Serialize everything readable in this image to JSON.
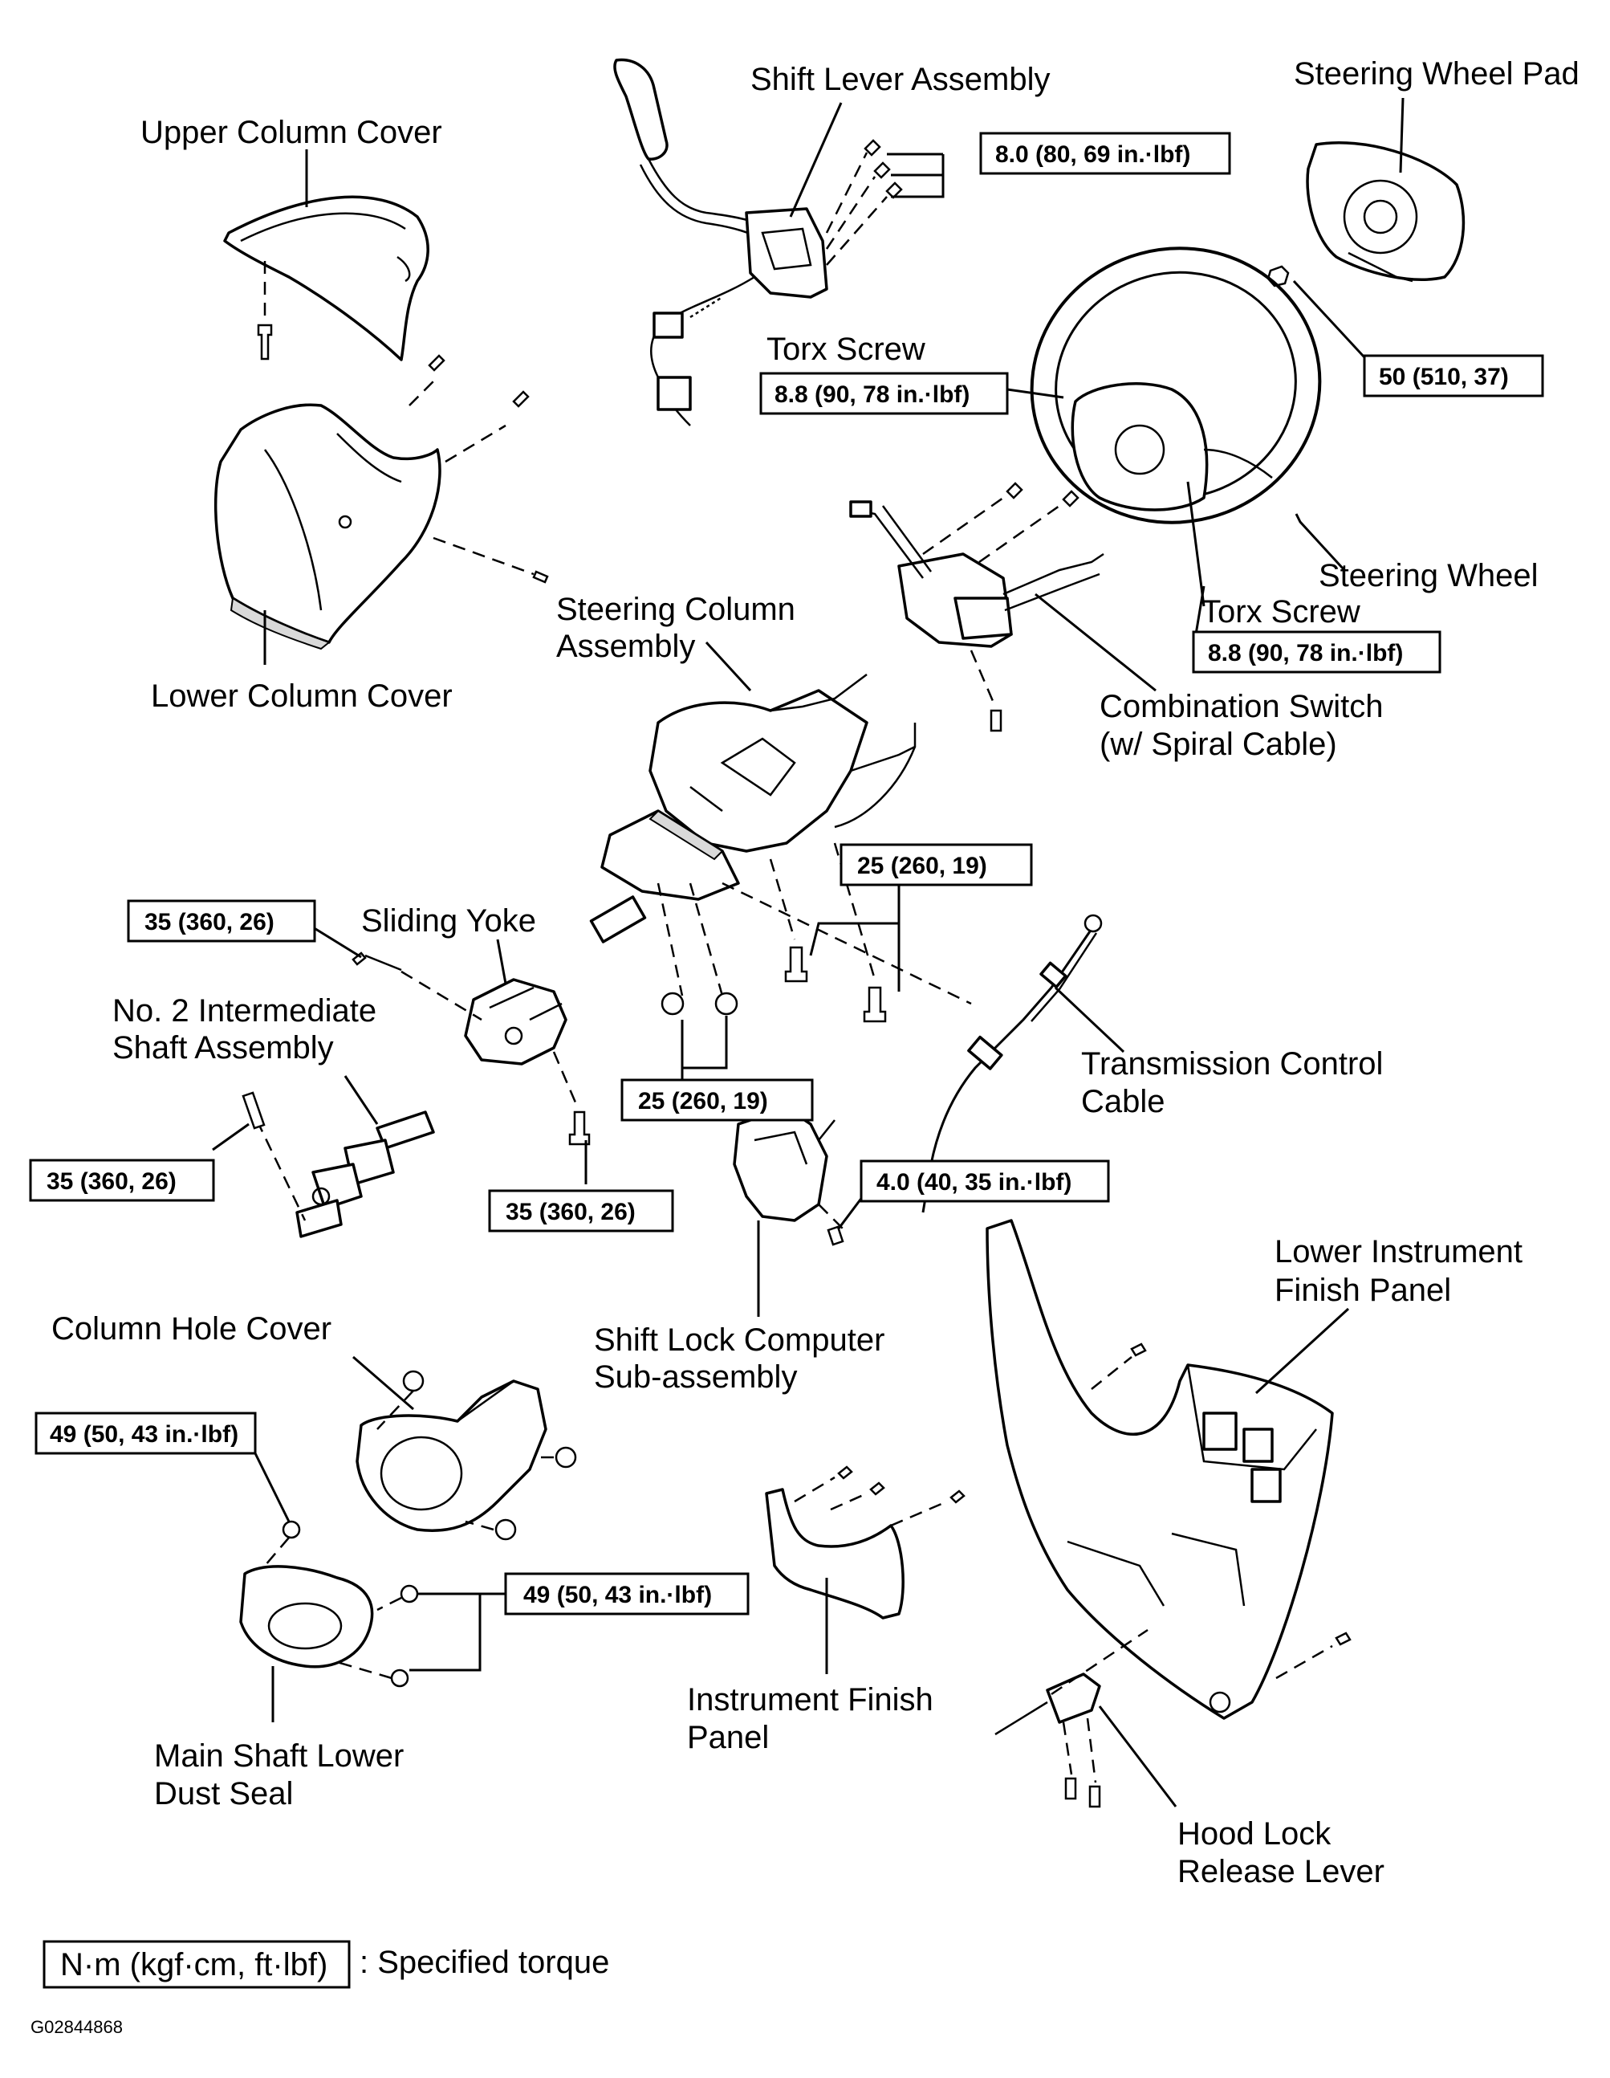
{
  "labels": {
    "shift_lever_assembly": "Shift Lever Assembly",
    "steering_wheel_pad": "Steering Wheel Pad",
    "upper_column_cover": "Upper Column Cover",
    "torx_screw_upper": "Torx Screw",
    "lower_column_cover": "Lower Column Cover",
    "steering_wheel": "Steering Wheel",
    "torx_screw_lower": "Torx Screw",
    "steering_column_assembly_l1": "Steering Column",
    "steering_column_assembly_l2": "Assembly",
    "combination_switch_l1": "Combination Switch",
    "combination_switch_l2": "(w/ Spiral Cable)",
    "sliding_yoke": "Sliding Yoke",
    "no2_shaft_l1": "No. 2 Intermediate",
    "no2_shaft_l2": "Shaft Assembly",
    "transmission_cable_l1": "Transmission Control",
    "transmission_cable_l2": "Cable",
    "column_hole_cover": "Column Hole Cover",
    "lower_instrument_panel_l1": "Lower Instrument",
    "lower_instrument_panel_l2": "Finish Panel",
    "shift_lock_computer_l1": "Shift Lock Computer",
    "shift_lock_computer_l2": "Sub-assembly",
    "instrument_panel_l1": "Instrument Finish",
    "instrument_panel_l2": "Panel",
    "main_shaft_seal_l1": "Main Shaft Lower",
    "main_shaft_seal_l2": "Dust Seal",
    "hood_lock_l1": "Hood Lock",
    "hood_lock_l2": "Release Lever"
  },
  "torques": {
    "shift_lever_bolts": "8.0 (80, 69 in.·lbf)",
    "steering_wheel_nut": "50 (510, 37)",
    "torx_upper": "8.8 (90, 78 in.·lbf)",
    "torx_lower": "8.8 (90, 78 in.·lbf)",
    "column_bolts": "25 (260, 19)",
    "sliding_yoke_bolt": "35 (360, 26)",
    "column_nuts": "25 (260, 19)",
    "intermediate_shaft_bolt": "35 (360, 26)",
    "yoke_lower_bolt": "35 (360, 26)",
    "shift_lock_screw": "4.0 (40, 35 in.·lbf)",
    "dust_seal_nut": "49 (50, 43 in.·lbf)",
    "dust_seal_nuts_pair": "49 (50, 43 in.·lbf)"
  },
  "legend": {
    "unit_box": "N·m (kgf·cm, ft·lbf)",
    "unit_text": ": Specified torque"
  },
  "figure_code": "G02844868"
}
